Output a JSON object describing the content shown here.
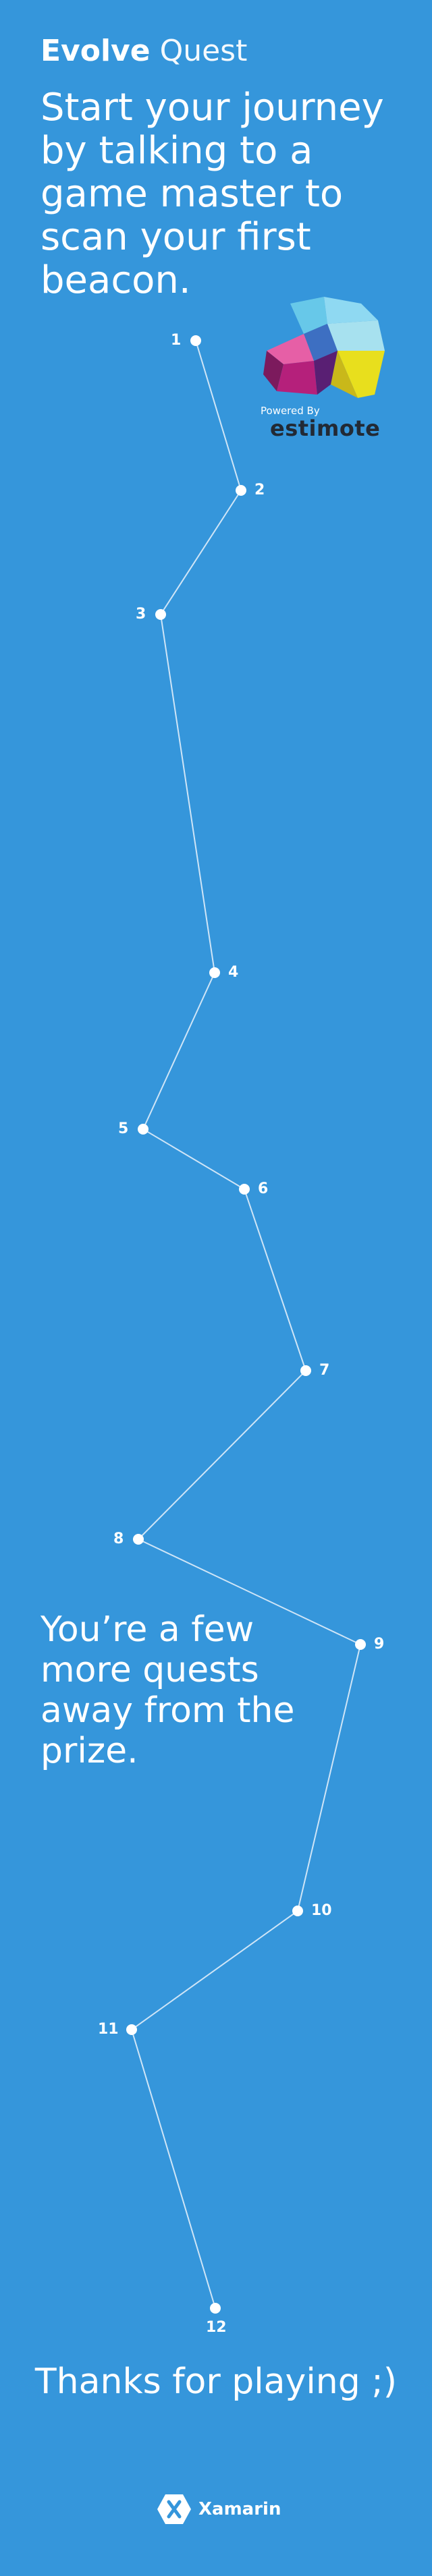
{
  "header": {
    "title_strong": "Evolve",
    "title_light": "Quest"
  },
  "intro_message": "Start your journey by talking to a game master to scan your first beacon.",
  "sponsor": {
    "powered_by": "Powered By",
    "brand": "estimote"
  },
  "quest_path": {
    "nodes": [
      "1",
      "2",
      "3",
      "4",
      "5",
      "6",
      "7",
      "8",
      "9",
      "10",
      "11",
      "12"
    ]
  },
  "progress_message": "You’re a few more quests away from the prize.",
  "footer": {
    "thanks": "Thanks for playing ;)",
    "brand": "Xamarin"
  },
  "colors": {
    "background": "#3596db",
    "text": "#ffffff",
    "path_line": "#cfe5f7"
  }
}
